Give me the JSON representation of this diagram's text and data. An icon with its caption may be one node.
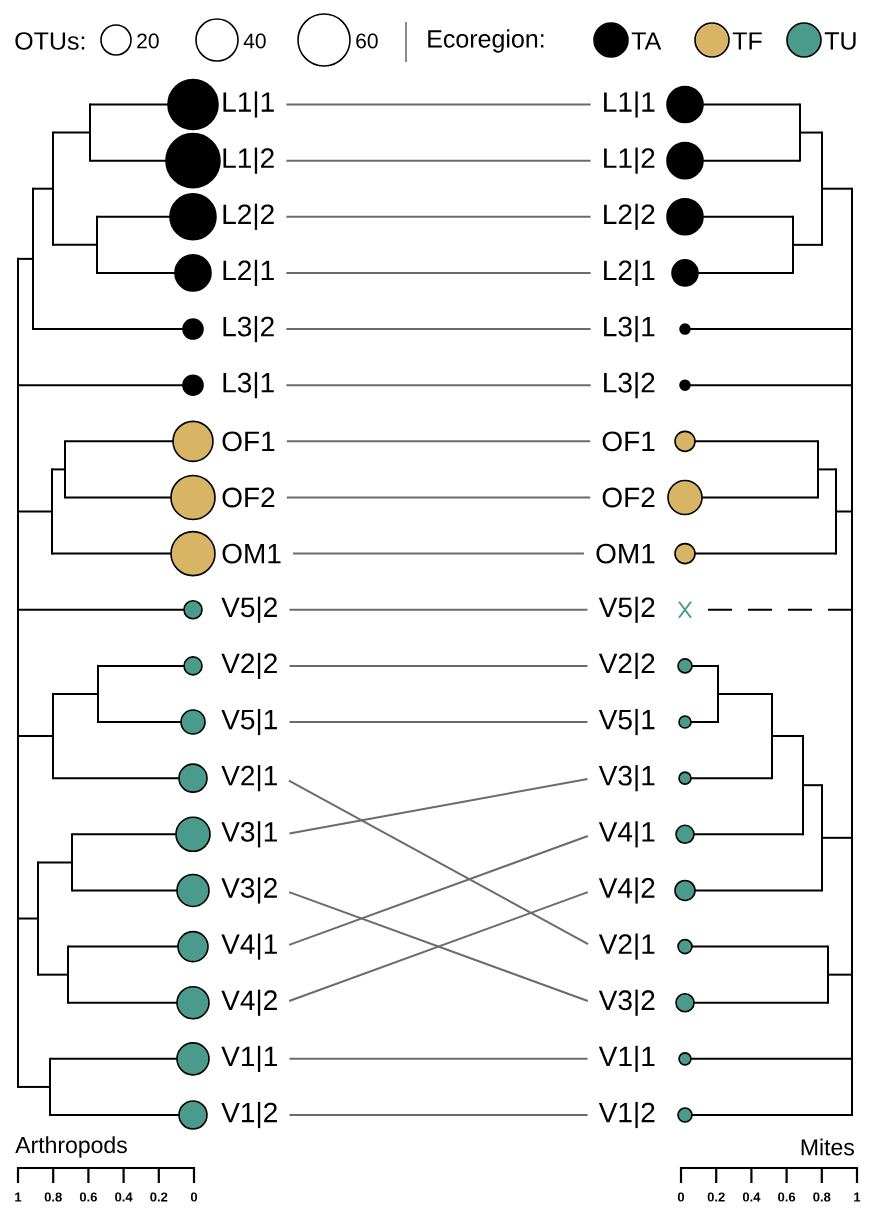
{
  "diagram": {
    "nodes": [
      {
        "text": [
          "L1|1"
        ]
      },
      {
        "text": [
          "L1|2"
        ]
      },
      {
        "text": [
          "L2|2"
        ]
      },
      {
        "text": [
          "L2|1"
        ]
      },
      {
        "text": [
          "L3|2"
        ]
      },
      {
        "text": [
          "L3|1"
        ]
      },
      {
        "text": [
          "OF1"
        ]
      },
      {
        "text": [
          "OF2"
        ]
      },
      {
        "text": [
          "OM1"
        ]
      },
      {
        "text": [
          "V5|2"
        ]
      },
      {
        "text": [
          "V2|2"
        ]
      },
      {
        "text": [
          "V5|1"
        ]
      },
      {
        "text": [
          "V2|1"
        ]
      },
      {
        "text": [
          "V3|1"
        ]
      },
      {
        "text": [
          "V3|2"
        ]
      },
      {
        "text": [
          "V4|1"
        ]
      },
      {
        "text": [
          "V4|2"
        ]
      },
      {
        "text": [
          "V1|1"
        ]
      },
      {
        "text": [
          "V1|2"
        ]
      },
      {
        "text": [
          "L1|1"
        ]
      },
      {
        "text": [
          "L1|2"
        ]
      },
      {
        "text": [
          "L2|2"
        ]
      },
      {
        "text": [
          "L2|1"
        ]
      },
      {
        "text": [
          "L3|1"
        ]
      },
      {
        "text": [
          "L3|2"
        ]
      },
      {
        "text": [
          "OF1"
        ]
      },
      {
        "text": [
          "OF2"
        ]
      },
      {
        "text": [
          "OM1"
        ]
      },
      {
        "text": [
          "V5|2"
        ]
      },
      {
        "text": [
          "V2|2"
        ]
      },
      {
        "text": [
          "V5|1"
        ]
      },
      {
        "text": [
          "V3|1"
        ]
      },
      {
        "text": [
          "V4|1"
        ]
      },
      {
        "text": [
          "V4|2"
        ]
      },
      {
        "text": [
          "V2|1"
        ]
      },
      {
        "text": [
          "V3|2"
        ]
      },
      {
        "text": [
          "V1|1"
        ]
      },
      {
        "text": [
          "V1|2"
        ]
      }
    ],
    "edges": [
      {
        "from": 0,
        "to": 19,
        "arrow": "none"
      },
      {
        "from": 1,
        "to": 20,
        "arrow": "none"
      },
      {
        "from": 2,
        "to": 21,
        "arrow": "none"
      },
      {
        "from": 3,
        "to": 22,
        "arrow": "none"
      },
      {
        "from": 4,
        "to": 23,
        "arrow": "none"
      },
      {
        "from": 5,
        "to": 24,
        "arrow": "none"
      },
      {
        "from": 6,
        "to": 25,
        "arrow": "none"
      },
      {
        "from": 7,
        "to": 26,
        "arrow": "none"
      },
      {
        "from": 8,
        "to": 27,
        "arrow": "none"
      },
      {
        "from": 9,
        "to": 28,
        "arrow": "none"
      },
      {
        "from": 10,
        "to": 29,
        "arrow": "none"
      },
      {
        "from": 11,
        "to": 30,
        "arrow": "none"
      },
      {
        "from": 12,
        "to": 34,
        "arrow": "none"
      },
      {
        "from": 13,
        "to": 31,
        "arrow": "none"
      },
      {
        "from": 14,
        "to": 35,
        "arrow": "none"
      },
      {
        "from": 15,
        "to": 32,
        "arrow": "none"
      },
      {
        "from": 16,
        "to": 33,
        "arrow": "none"
      },
      {
        "from": 17,
        "to": 36,
        "arrow": "none"
      },
      {
        "from": 18,
        "to": 37,
        "arrow": "none"
      }
    ],
    "labels": [
      "OTUs:",
      "Ecoregion:",
      "Arthropods",
      "1",
      "0.8",
      "0.6",
      "0.4",
      "0.2",
      "0",
      "Mites",
      "0",
      "0.2",
      "0.4",
      "0.6",
      "0.8",
      "1"
    ],
    "legend": [
      {
        "text": "20"
      },
      {
        "text": "40"
      },
      {
        "text": "60"
      },
      {
        "text": "TA",
        "color": "#000000"
      },
      {
        "text": "TF",
        "color": "#d8b565"
      },
      {
        "text": "TU",
        "color": "#4b9b8c"
      }
    ]
  }
}
